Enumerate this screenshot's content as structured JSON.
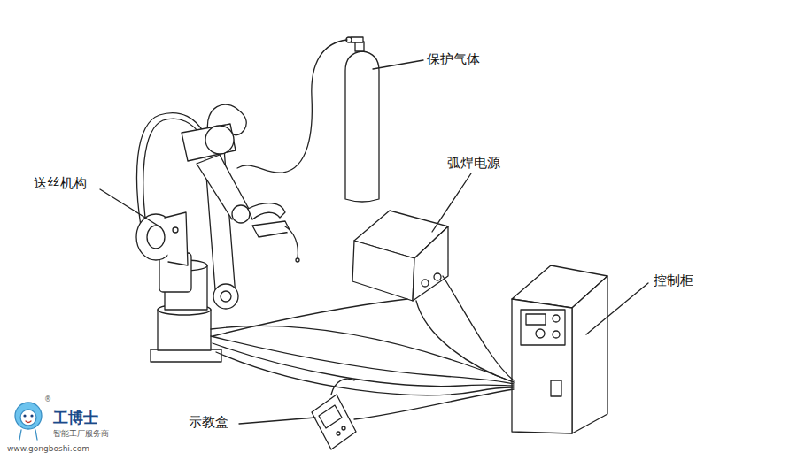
{
  "diagram": {
    "labels": [
      "保护气体",
      "送丝机构",
      "弧焊电源",
      "控制柜",
      "示教盒",
      "®",
      "工博士",
      "智能工厂服务商",
      "www.gongboshi.com"
    ]
  }
}
